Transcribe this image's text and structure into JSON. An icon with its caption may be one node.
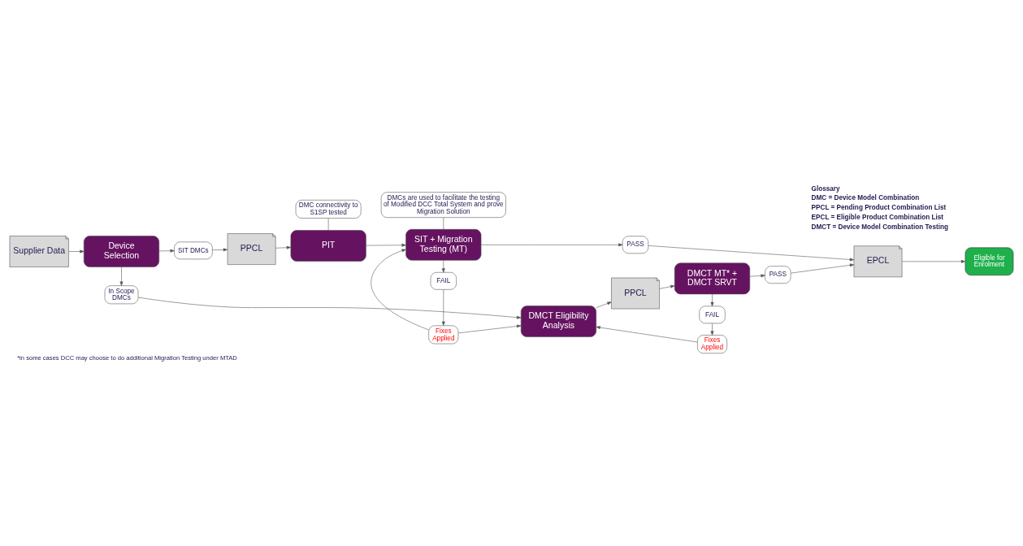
{
  "diagram": {
    "caption": "*in some cases DCC may choose to do additional Migration Testing under MTAD",
    "nodes": [
      {
        "text": [
          "Supplier Data"
        ]
      },
      {
        "text": [
          "DMC connectivity to S1SP tested"
        ]
      },
      {
        "text": [
          "DMCs are used to facilitate the testing of Modified DCC Total System and prove Migration Solution"
        ]
      },
      {
        "text": [
          "Device Selection"
        ]
      },
      {
        "text": [
          "SIT DMCs"
        ]
      },
      {
        "text": [
          "PPCL"
        ]
      },
      {
        "text": [
          "PIT"
        ]
      },
      {
        "text": [
          "SIT + Migration Testing (MT)"
        ]
      },
      {
        "text": [
          "PASS"
        ]
      },
      {
        "text": [
          "FAIL"
        ]
      },
      {
        "text": [
          "Fixes Applied"
        ]
      },
      {
        "text": [
          "EPCL"
        ]
      },
      {
        "text": [
          "In Scope DMCs"
        ]
      },
      {
        "text": [
          "DMCT Eligibility Analysis"
        ]
      },
      {
        "text": [
          "PPCL"
        ]
      },
      {
        "text": [
          "DMCT MT* + DMCT SRVT"
        ]
      },
      {
        "text": [
          "PASS"
        ]
      },
      {
        "text": [
          "Eligible for Enrolment"
        ]
      },
      {
        "text": [
          "FAIL"
        ]
      },
      {
        "text": [
          "Fixes Applied"
        ]
      }
    ],
    "edges": [
      {
        "from": 0,
        "to": 3,
        "arrow": "to"
      },
      {
        "from": 1,
        "to": 6,
        "arrow": "none"
      },
      {
        "from": 2,
        "to": 7,
        "arrow": "none"
      },
      {
        "from": 3,
        "to": 4,
        "arrow": "to"
      },
      {
        "from": 4,
        "to": 5,
        "arrow": "to"
      },
      {
        "from": 5,
        "to": 6,
        "arrow": "to"
      },
      {
        "from": 6,
        "to": 7,
        "arrow": "to"
      },
      {
        "from": 7,
        "to": 8,
        "arrow": "to"
      },
      {
        "from": 8,
        "to": 11,
        "arrow": "to"
      },
      {
        "from": 7,
        "to": 9,
        "arrow": "to"
      },
      {
        "from": 9,
        "to": 10,
        "arrow": "to"
      },
      {
        "from": 10,
        "to": 7,
        "arrow": "to"
      },
      {
        "from": 10,
        "to": 13,
        "arrow": "to"
      },
      {
        "from": 3,
        "to": 12,
        "arrow": "to"
      },
      {
        "from": 12,
        "to": 13,
        "arrow": "to"
      },
      {
        "from": 13,
        "to": 14,
        "arrow": "to"
      },
      {
        "from": 14,
        "to": 15,
        "arrow": "to"
      },
      {
        "from": 15,
        "to": 16,
        "arrow": "to"
      },
      {
        "from": 16,
        "to": 11,
        "arrow": "to"
      },
      {
        "from": 11,
        "to": 17,
        "arrow": "to"
      },
      {
        "from": 15,
        "to": 18,
        "arrow": "to"
      },
      {
        "from": 18,
        "to": 19,
        "arrow": "to"
      },
      {
        "from": 19,
        "to": 13,
        "arrow": "to"
      }
    ],
    "labels": [
      "Glossary",
      "DMC = Device Model Combination",
      "PPCL = Pending Product Combination List",
      "EPCL = Eligible Product Combination List",
      "DMCT = Device Model Combination Testing"
    ]
  }
}
